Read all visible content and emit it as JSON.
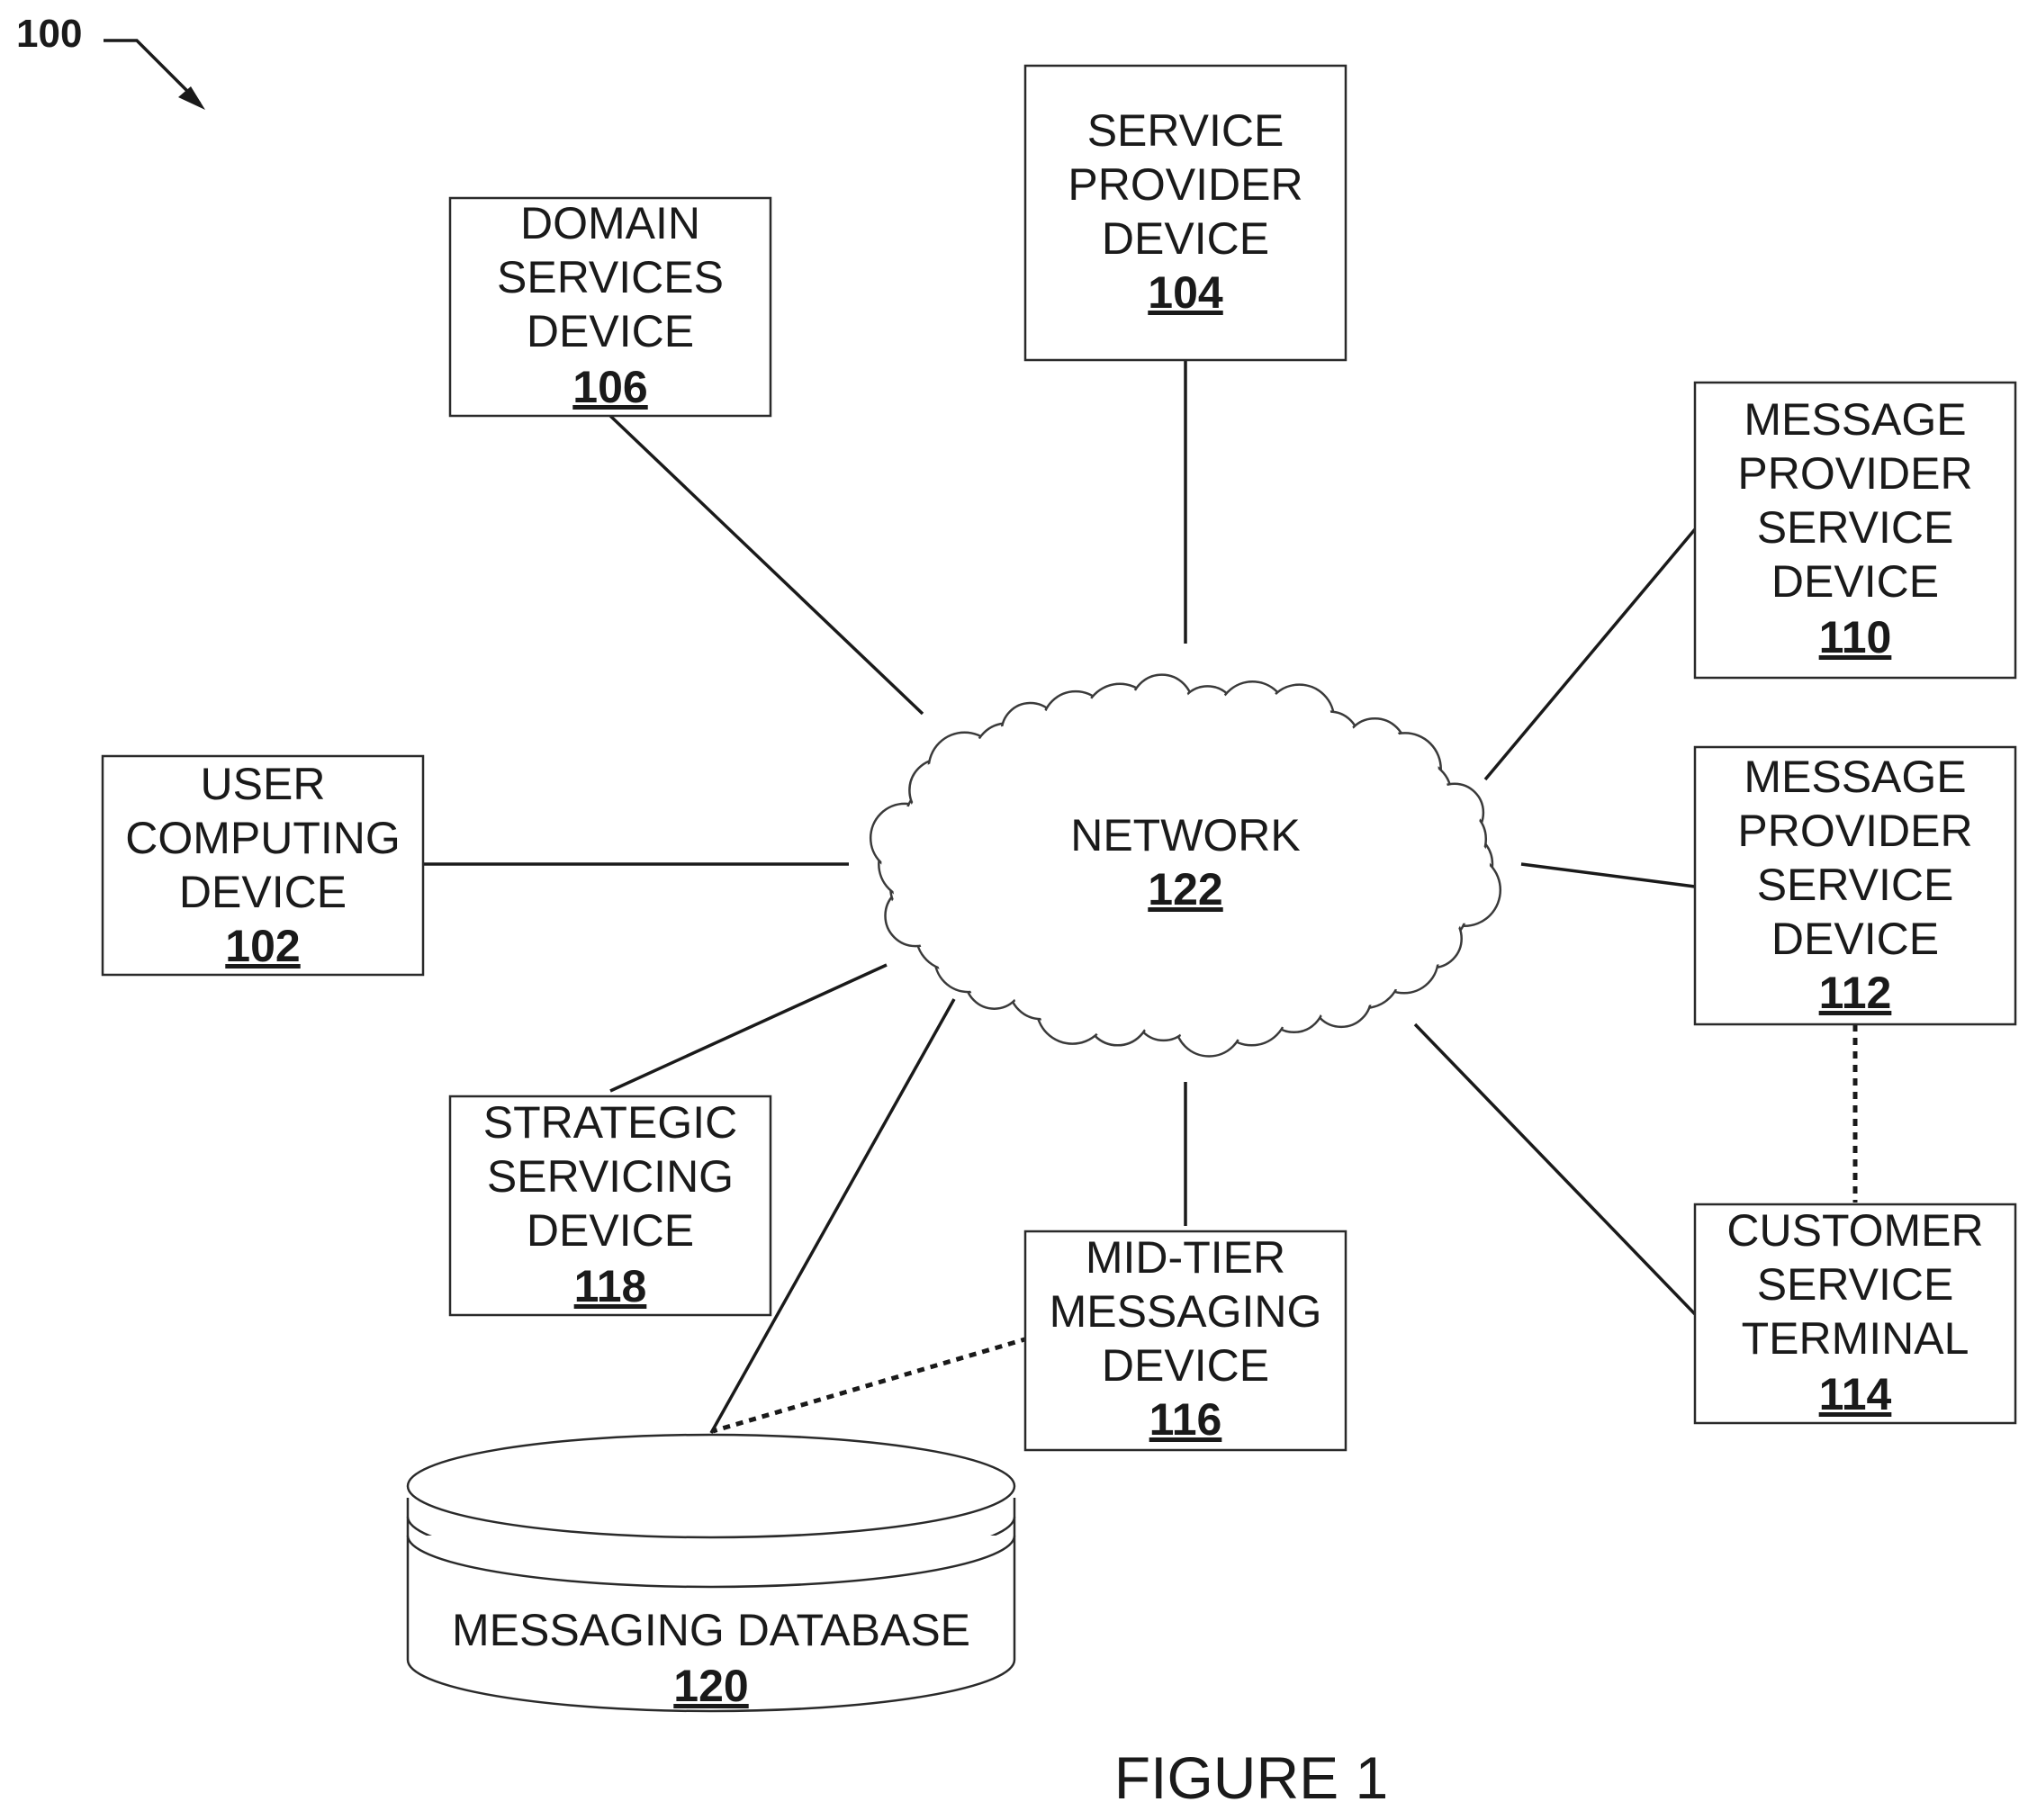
{
  "figure": {
    "ref": "100",
    "caption": "FIGURE 1"
  },
  "network": {
    "label": "NETWORK",
    "ref": "122"
  },
  "nodes": {
    "service_provider": {
      "lines": [
        "SERVICE",
        "PROVIDER",
        "DEVICE"
      ],
      "ref": "104"
    },
    "domain_services": {
      "lines": [
        "DOMAIN",
        "SERVICES",
        "DEVICE"
      ],
      "ref": "106"
    },
    "message_provider_110": {
      "lines": [
        "MESSAGE",
        "PROVIDER",
        "SERVICE",
        "DEVICE"
      ],
      "ref": "110"
    },
    "user_computing": {
      "lines": [
        "USER",
        "COMPUTING",
        "DEVICE"
      ],
      "ref": "102"
    },
    "message_provider_112": {
      "lines": [
        "MESSAGE",
        "PROVIDER",
        "SERVICE",
        "DEVICE"
      ],
      "ref": "112"
    },
    "strategic_servicing": {
      "lines": [
        "STRATEGIC",
        "SERVICING",
        "DEVICE"
      ],
      "ref": "118"
    },
    "mid_tier": {
      "lines": [
        "MID-TIER",
        "MESSAGING",
        "DEVICE"
      ],
      "ref": "116"
    },
    "customer_service": {
      "lines": [
        "CUSTOMER",
        "SERVICE",
        "TERMINAL"
      ],
      "ref": "114"
    }
  },
  "database": {
    "label": "MESSAGING DATABASE",
    "ref": "120"
  }
}
